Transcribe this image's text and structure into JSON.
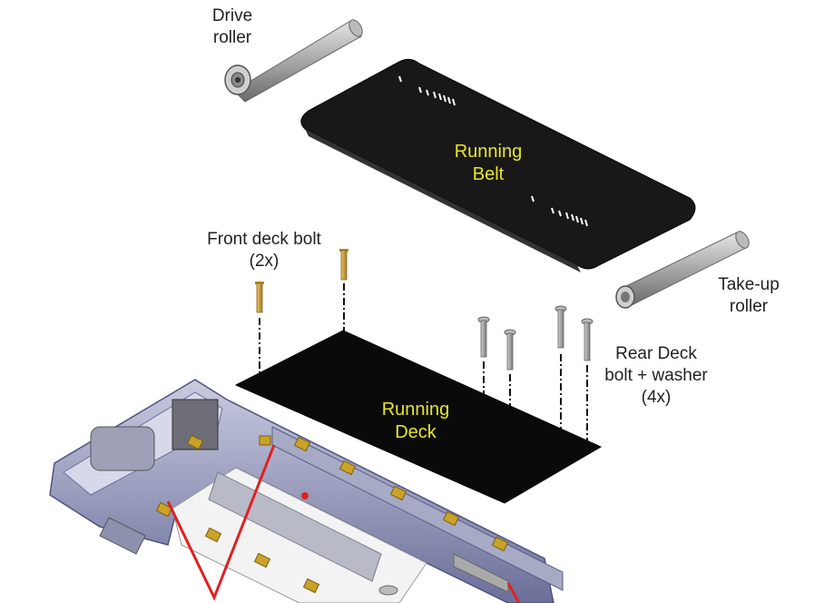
{
  "labels": {
    "drive_roller": "Drive\nroller",
    "running_belt": "Running\nBelt",
    "front_deck_bolt": "Front deck bolt\n(2x)",
    "take_up_roller": "Take-up\nroller",
    "rear_deck_bolt": "Rear Deck\nbolt + washer\n(4x)",
    "running_deck": "Running\nDeck"
  },
  "colors": {
    "part_black": "#111111",
    "label_yellow": "#e6e628",
    "callout_red": "#e02020",
    "frame_blue": "#8b8fb8",
    "bracket_gold": "#c9a227",
    "bolt_brass": "#c49a3a",
    "bolt_gray": "#9a9a9a"
  }
}
